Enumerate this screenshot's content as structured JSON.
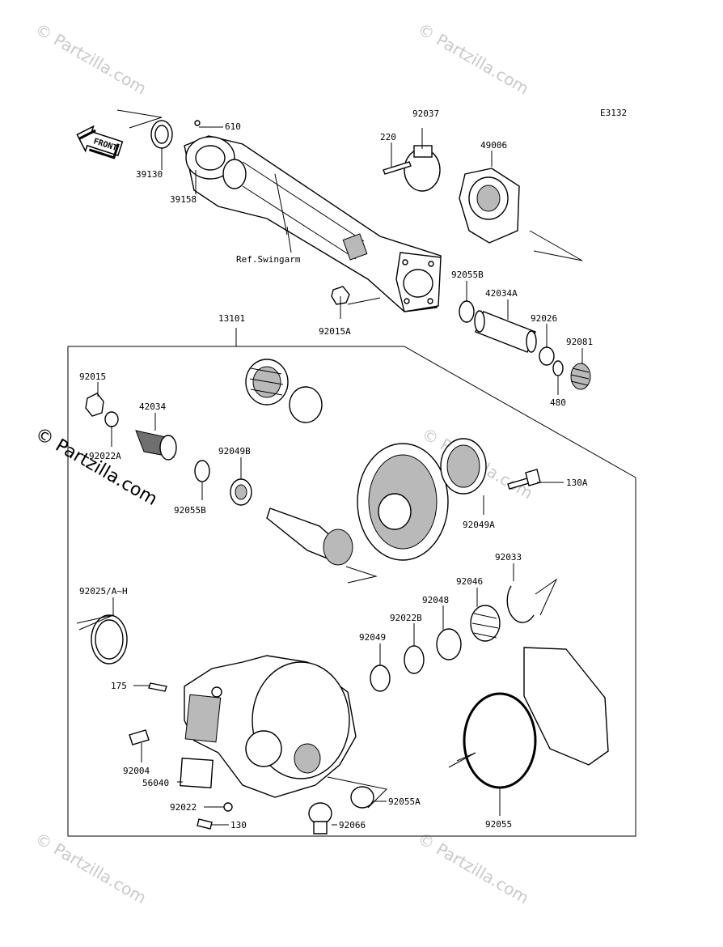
{
  "diagram_code": "E3132",
  "front_label": "FRONT",
  "ref_label": "Ref.Swingarm",
  "watermark": "© Partzilla.com",
  "parts": [
    {
      "key": "p610",
      "label": "610"
    },
    {
      "key": "p39130",
      "label": "39130"
    },
    {
      "key": "p39158",
      "label": "39158"
    },
    {
      "key": "p92037",
      "label": "92037"
    },
    {
      "key": "p220",
      "label": "220"
    },
    {
      "key": "p49006",
      "label": "49006"
    },
    {
      "key": "p92055B_top",
      "label": "92055B"
    },
    {
      "key": "p42034A",
      "label": "42034A"
    },
    {
      "key": "p92026",
      "label": "92026"
    },
    {
      "key": "p92081",
      "label": "92081"
    },
    {
      "key": "p480",
      "label": "480"
    },
    {
      "key": "p92015A",
      "label": "92015A"
    },
    {
      "key": "p13101",
      "label": "13101"
    },
    {
      "key": "p92015",
      "label": "92015"
    },
    {
      "key": "p42034",
      "label": "42034"
    },
    {
      "key": "p92022A",
      "label": "92022A"
    },
    {
      "key": "p92049B",
      "label": "92049B"
    },
    {
      "key": "p92055B",
      "label": "92055B"
    },
    {
      "key": "p130A",
      "label": "130A"
    },
    {
      "key": "p92049A",
      "label": "92049A"
    },
    {
      "key": "p92033",
      "label": "92033"
    },
    {
      "key": "p92046",
      "label": "92046"
    },
    {
      "key": "p92048",
      "label": "92048"
    },
    {
      "key": "p92022B",
      "label": "92022B"
    },
    {
      "key": "p92049",
      "label": "92049"
    },
    {
      "key": "p92025",
      "label": "92025/A~H"
    },
    {
      "key": "p175",
      "label": "175"
    },
    {
      "key": "p92004",
      "label": "92004"
    },
    {
      "key": "p56040",
      "label": "56040"
    },
    {
      "key": "p92022",
      "label": "92022"
    },
    {
      "key": "p130",
      "label": "130"
    },
    {
      "key": "p92055A",
      "label": "92055A"
    },
    {
      "key": "p92066",
      "label": "92066"
    },
    {
      "key": "p92055",
      "label": "92055"
    }
  ]
}
